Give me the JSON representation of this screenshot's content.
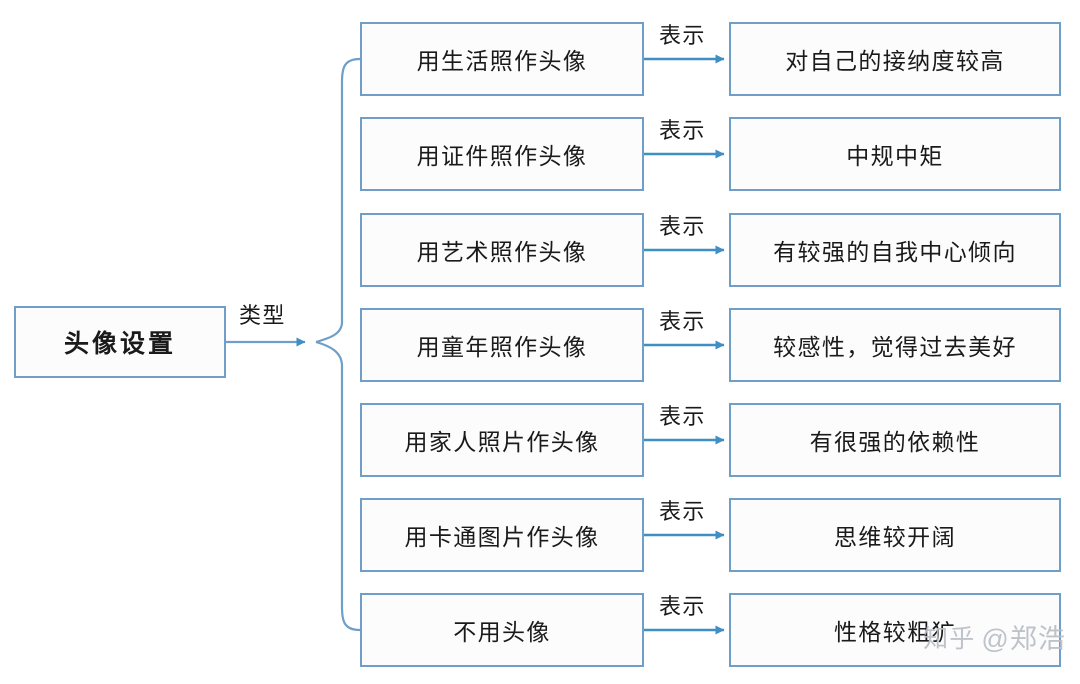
{
  "diagram": {
    "title": "头像设置",
    "root": {
      "label": "头像设置"
    },
    "root_edge_label": "类型",
    "relation_label": "表示",
    "branches": [
      {
        "type": "用生活照作头像",
        "meaning": "对自己的接纳度较高"
      },
      {
        "type": "用证件照作头像",
        "meaning": "中规中矩"
      },
      {
        "type": "用艺术照作头像",
        "meaning": "有较强的自我中心倾向"
      },
      {
        "type": "用童年照作头像",
        "meaning": "较感性，觉得过去美好"
      },
      {
        "type": "用家人照片作头像",
        "meaning": "有很强的依赖性"
      },
      {
        "type": "用卡通图片作头像",
        "meaning": "思维较开阔"
      },
      {
        "type": "不用头像",
        "meaning": "性格较粗犷"
      }
    ]
  },
  "watermark": {
    "logo": "知乎",
    "handle": "@郑浩"
  },
  "style": {
    "border_color": "#6f9fc8",
    "fill_color": "#fcfcfd",
    "arrow_color": "#3f8fc4",
    "connector_color": "#6f9fc8",
    "text_color": "#1a1a1a",
    "background": "#ffffff"
  }
}
